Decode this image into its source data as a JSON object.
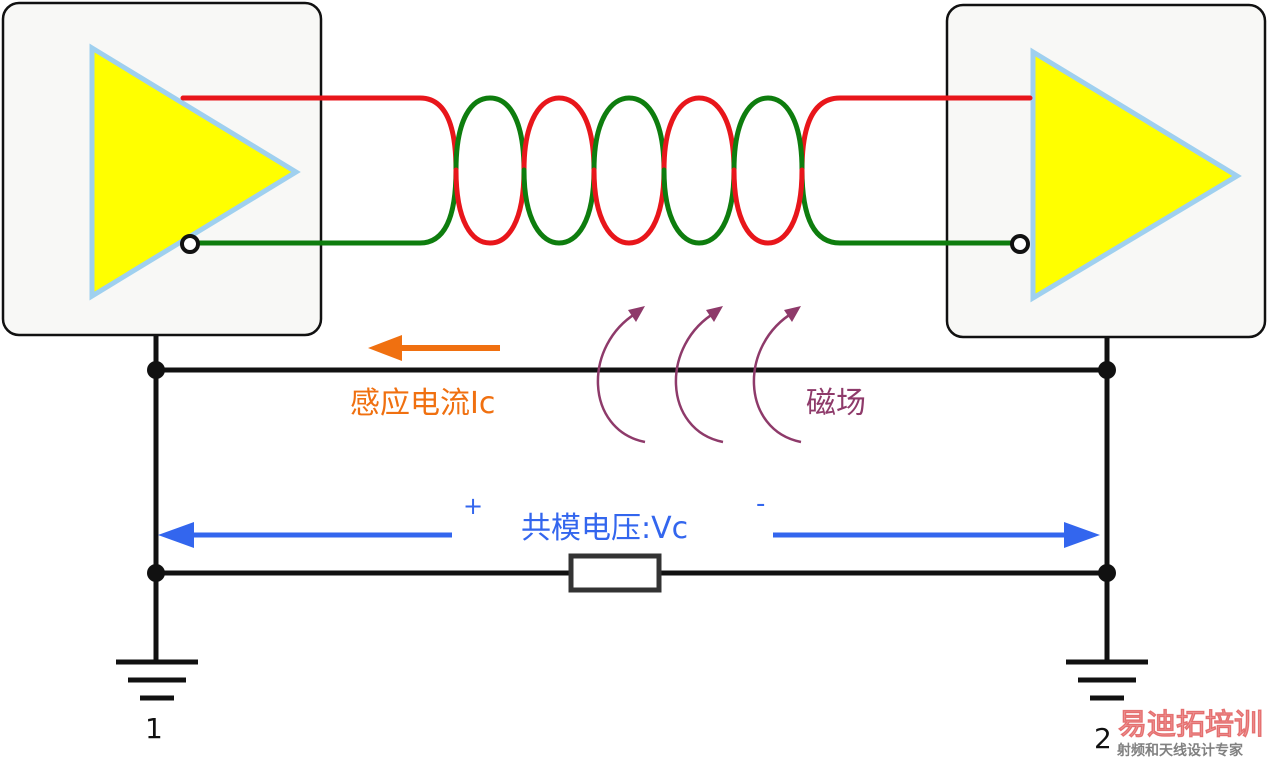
{
  "colors": {
    "wire": "#111111",
    "red_conductor": "#e8161b",
    "green_conductor": "#0e7d0e",
    "amplifier_fill": "#ffff00",
    "amplifier_stroke": "#9fd0ef",
    "current_arrow": "#f07010",
    "field_arrows": "#8e3a6a",
    "voltage_arrows": "#3366ee",
    "box_fill": "#f8f8f6",
    "watermark": "#e05050"
  },
  "labels": {
    "induced_current": "感应电流Ic",
    "magnetic_field": "磁场",
    "common_mode_voltage": "共模电压:Vc",
    "plus_sign": "+",
    "minus_sign": "-",
    "ground_1": "1",
    "ground_2": "2"
  },
  "watermark": {
    "brand": "易迪拓培训",
    "tagline": "射频和天线设计专家"
  }
}
